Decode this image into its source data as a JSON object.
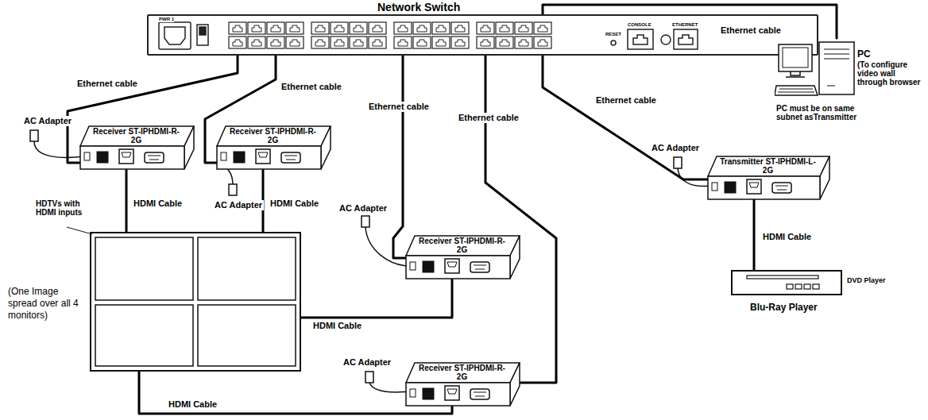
{
  "diagram": {
    "nodes": [
      {
        "text": [
          "Network Switch"
        ]
      },
      {
        "text": [
          "Receiver ST-IPHDMI-R-2G"
        ]
      },
      {
        "text": [
          "Receiver ST-IPHDMI-R-2G"
        ]
      },
      {
        "text": [
          "Receiver ST-IPHDMI-R-2G"
        ]
      },
      {
        "text": [
          "Receiver ST-IPHDMI-R-2G"
        ]
      },
      {
        "text": [
          "Transmitter ST-IPHDMI-L-2G"
        ]
      },
      {
        "text": [
          "PC",
          "(To configure video wall through browser"
        ]
      },
      {
        "text": [
          "DVD Player",
          "Blu-Ray Player"
        ]
      },
      {
        "text": [
          "HDTVs with HDMI inputs"
        ]
      }
    ],
    "edges": [
      {
        "from": 0,
        "to": 1,
        "arrow": "none",
        "label": "Ethernet cable"
      },
      {
        "from": 0,
        "to": 2,
        "arrow": "none",
        "label": "Ethernet cable"
      },
      {
        "from": 0,
        "to": 3,
        "arrow": "none",
        "label": "Ethernet cable"
      },
      {
        "from": 0,
        "to": 4,
        "arrow": "none",
        "label": "Ethernet cable"
      },
      {
        "from": 0,
        "to": 5,
        "arrow": "none",
        "label": "Ethernet cable"
      },
      {
        "from": 0,
        "to": 6,
        "arrow": "none",
        "label": "Ethernet cable"
      },
      {
        "from": 1,
        "to": 8,
        "arrow": "none",
        "label": "HDMI Cable"
      },
      {
        "from": 2,
        "to": 8,
        "arrow": "none",
        "label": "HDMI Cable"
      },
      {
        "from": 3,
        "to": 8,
        "arrow": "none",
        "label": "HDMI Cable"
      },
      {
        "from": 4,
        "to": 8,
        "arrow": "none",
        "label": "HDMI Cable"
      },
      {
        "from": 5,
        "to": 7,
        "arrow": "none",
        "label": "HDMI Cable"
      }
    ],
    "labels": [
      "AC Adapter",
      "AC Adapter",
      "AC Adapter",
      "AC Adapter",
      "AC Adapter",
      "PC must be on same subnet asTransmitter",
      "(One Image spread over all 4 monitors)",
      "PWR 1",
      "RESET",
      "CONSOLE",
      "ETHERNET"
    ]
  }
}
